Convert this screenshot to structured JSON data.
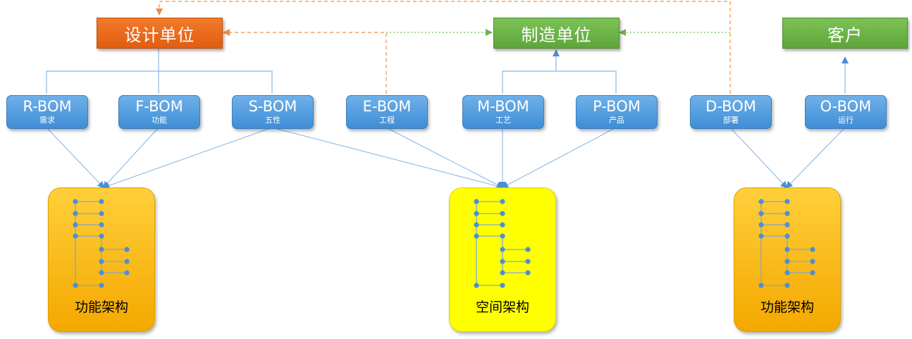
{
  "units": {
    "design": "设计单位",
    "manufacture": "制造单位",
    "customer": "客户"
  },
  "boms": [
    {
      "code": "R-BOM",
      "sub": "需求"
    },
    {
      "code": "F-BOM",
      "sub": "功能"
    },
    {
      "code": "S-BOM",
      "sub": "五性"
    },
    {
      "code": "E-BOM",
      "sub": "工程"
    },
    {
      "code": "M-BOM",
      "sub": "工艺"
    },
    {
      "code": "P-BOM",
      "sub": "产品"
    },
    {
      "code": "D-BOM",
      "sub": "部署"
    },
    {
      "code": "O-BOM",
      "sub": "运行"
    }
  ],
  "architectures": [
    {
      "label": "功能架构"
    },
    {
      "label": "空间架构"
    },
    {
      "label": "功能架构"
    }
  ],
  "colors": {
    "design_unit": "#e8651a",
    "green_unit": "#6db44a",
    "bom": "#4a97dc",
    "arch_gold": "#f8b800",
    "arch_yellow": "#ffff00",
    "link_blue": "#7fb0e0",
    "dash_orange": "#f0a060",
    "dash_green": "#7ec35a"
  }
}
